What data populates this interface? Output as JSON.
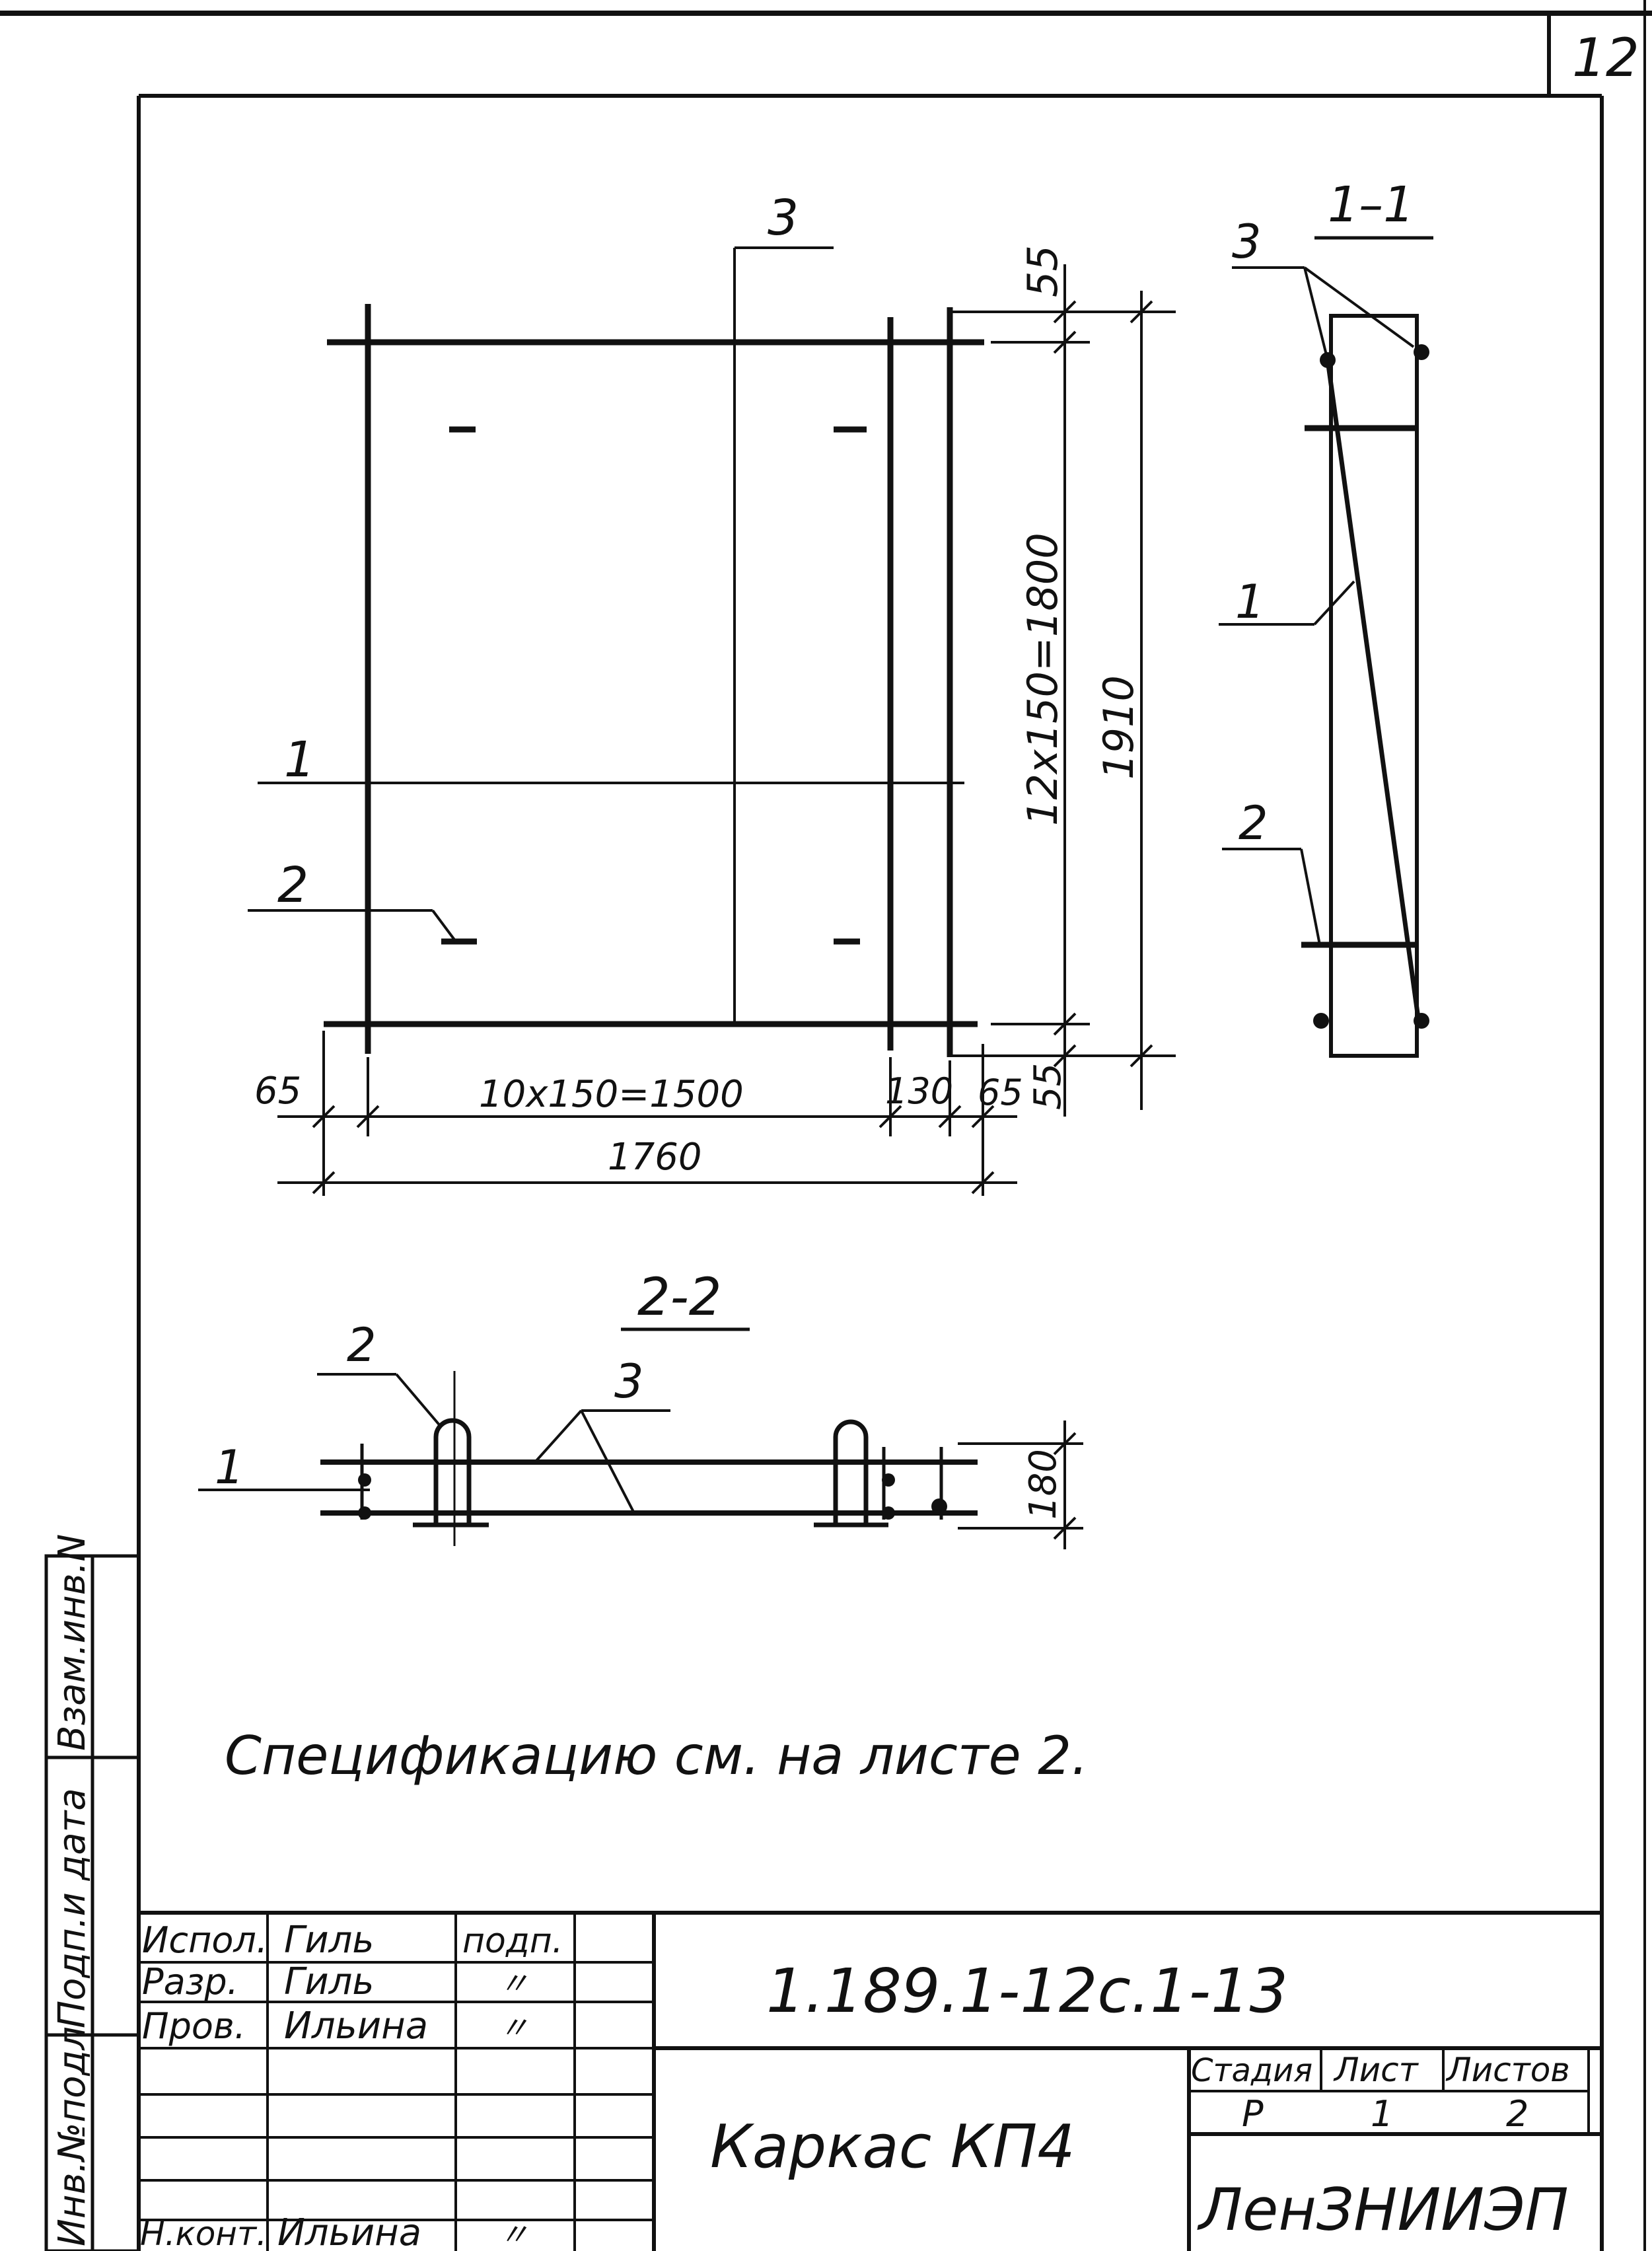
{
  "corner_mark": "12",
  "plan": {
    "pos_3": "3",
    "pos_1": "1",
    "pos_2": "2",
    "dim_top": "55",
    "dim_spacing_v": "12х150=1800",
    "dim_total_v": "1910",
    "dim_bottom": "55",
    "dim_left": "65",
    "dim_spacing_h": "10х150=1500",
    "dim_130": "130",
    "dim_right": "65",
    "dim_total_h": "1760"
  },
  "section_1_1": {
    "title": "1–1",
    "pos_3": "3",
    "pos_1": "1",
    "pos_2": "2"
  },
  "section_2_2": {
    "title": "2-2",
    "pos_2": "2",
    "pos_3": "3",
    "pos_1": "1",
    "dim_height": "180"
  },
  "note": "Спецификацию см. на листе 2.",
  "side_stamp": {
    "inv_orig": "Инв.№подл",
    "sign_date": "Подп.и дата",
    "inv_repl": "Взам.инв.N"
  },
  "title_block": {
    "rows": [
      {
        "role": "Испол.",
        "name": "Гиль",
        "sign": "подп."
      },
      {
        "role": "Разр.",
        "name": "Гиль",
        "sign": "〃"
      },
      {
        "role": "Пров.",
        "name": "Ильина",
        "sign": "〃"
      },
      {
        "role": "",
        "name": "",
        "sign": ""
      },
      {
        "role": "",
        "name": "",
        "sign": ""
      },
      {
        "role": "",
        "name": "",
        "sign": ""
      },
      {
        "role": "Н.конт.",
        "name": "Ильина",
        "sign": "〃"
      }
    ],
    "doc_code": "1.189.1-12с.1-13",
    "item_name": "Каркас КП4",
    "stage_label": "Стадия",
    "sheet_label": "Лист",
    "sheets_label": "Листов",
    "stage_value": "Р",
    "sheet_value": "1",
    "sheets_value": "2",
    "organization": "ЛенЗНИИЭП"
  }
}
